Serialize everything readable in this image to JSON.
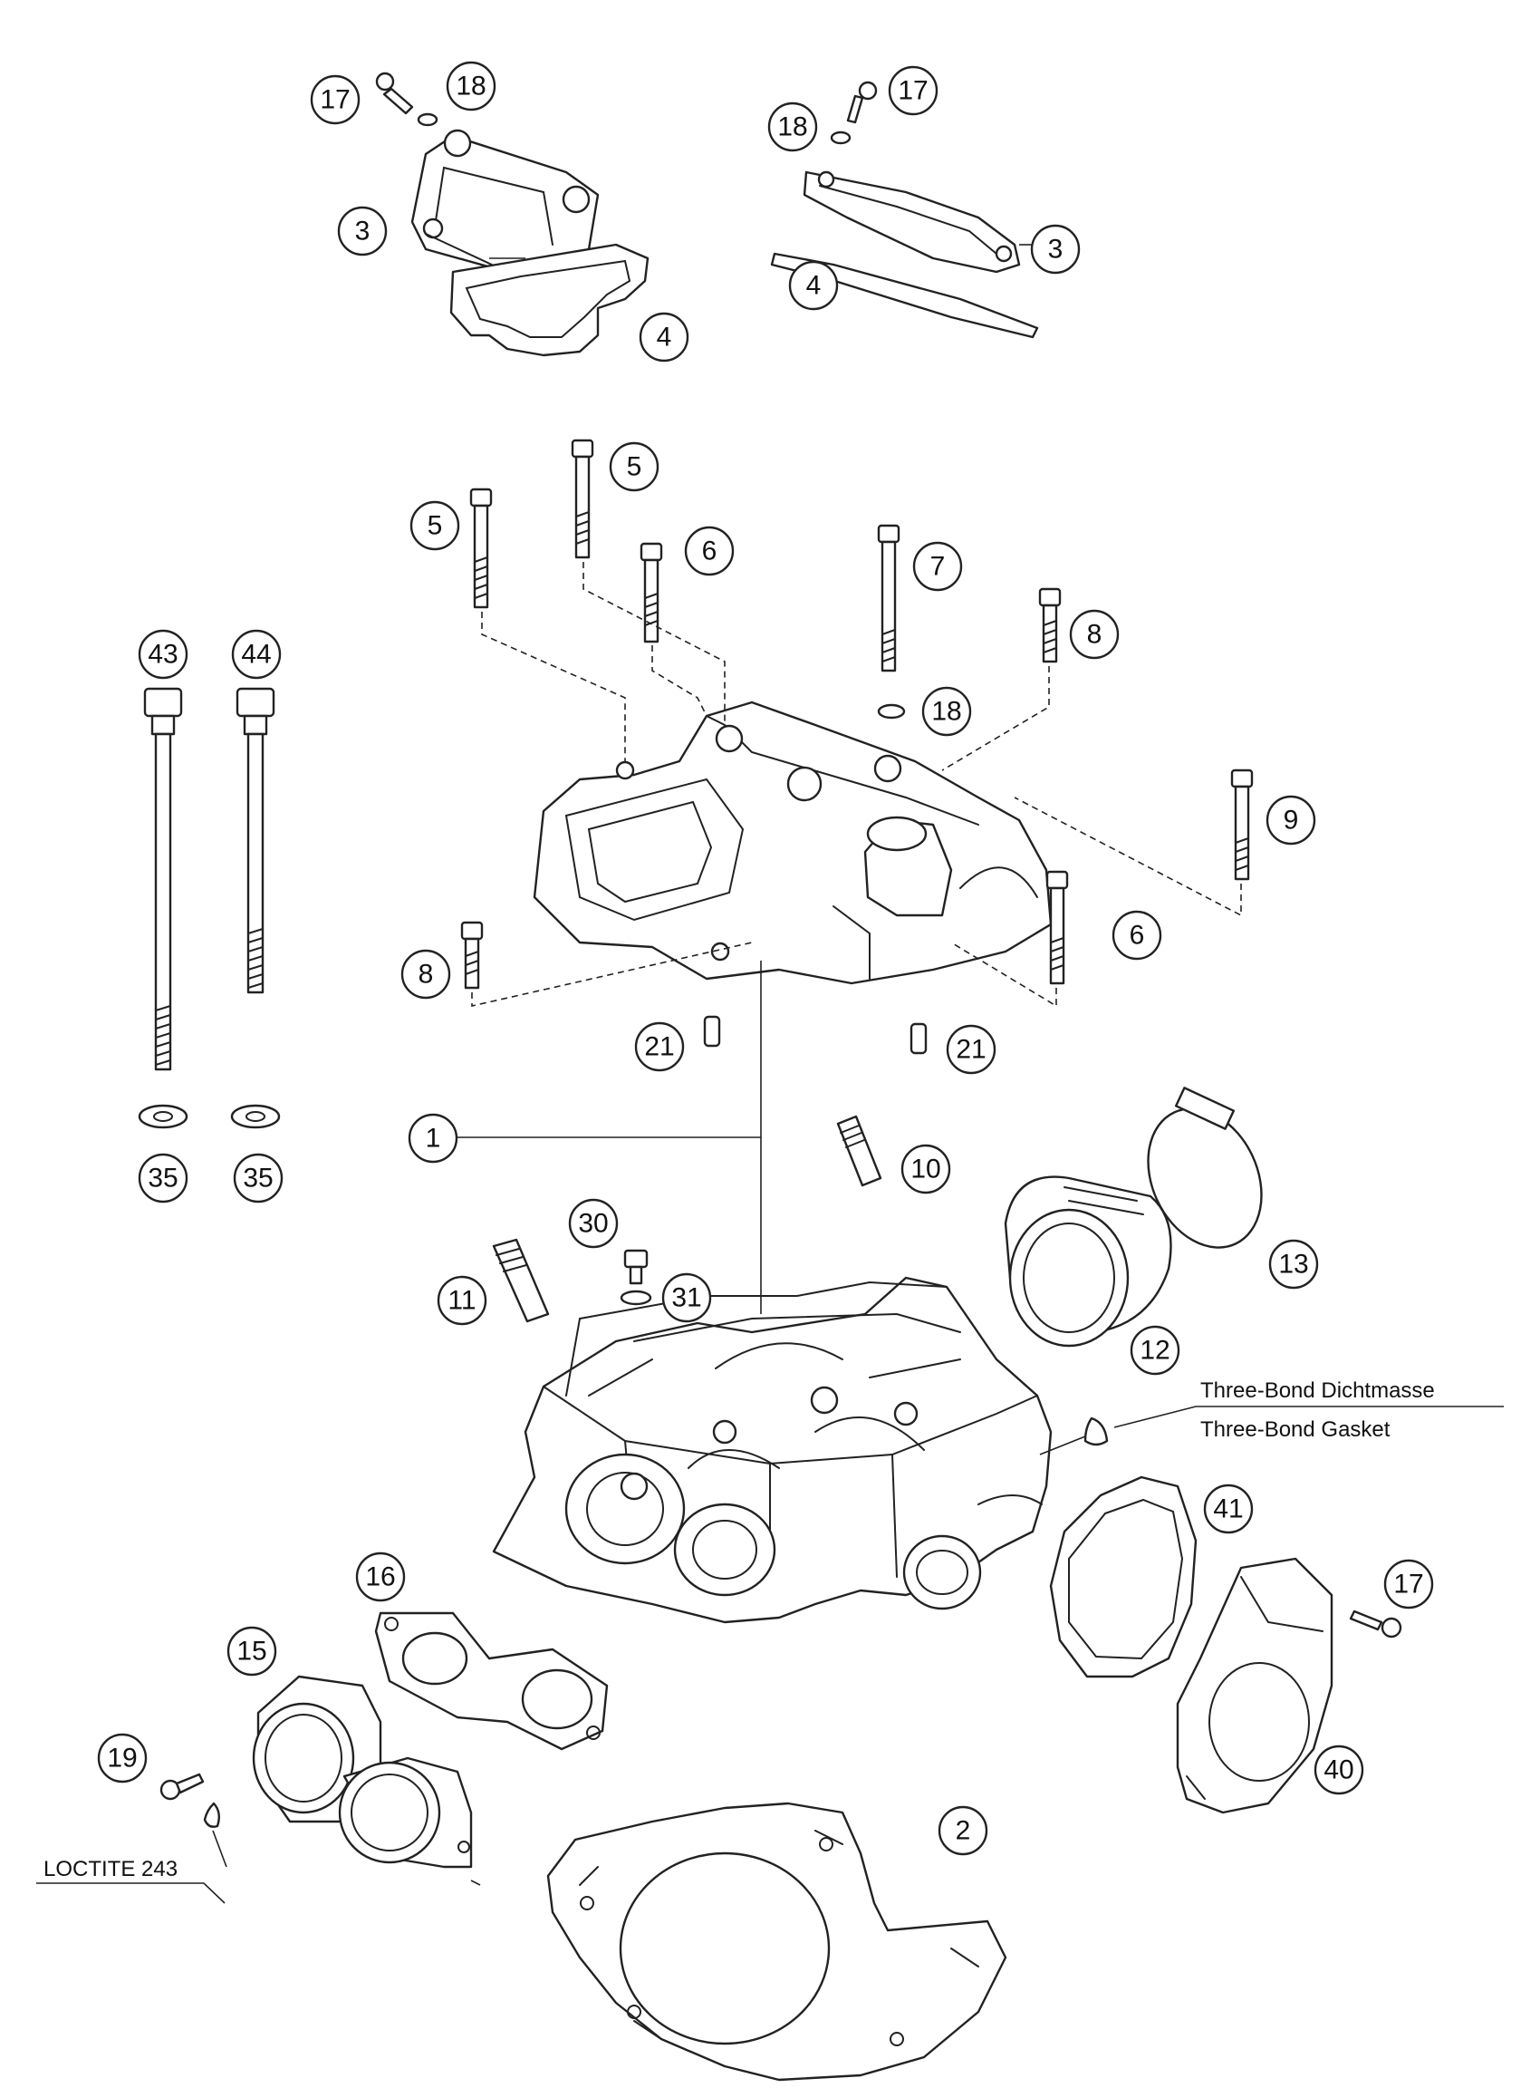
{
  "figure": {
    "callouts": {
      "c17a": "17",
      "c18a": "18",
      "c3a": "3",
      "c4a": "4",
      "c17b": "17",
      "c18b": "18",
      "c3b": "3",
      "c4b": "4",
      "c5a": "5",
      "c5b": "5",
      "c6a": "6",
      "c7": "7",
      "c8a": "8",
      "c18c": "18",
      "c9": "9",
      "c6b": "6",
      "c8b": "8",
      "c21a": "21",
      "c21b": "21",
      "c43": "43",
      "c44": "44",
      "c35a": "35",
      "c35b": "35",
      "c1": "1",
      "c10": "10",
      "c13": "13",
      "c12": "12",
      "c30": "30",
      "c31": "31",
      "c11": "11",
      "c41": "41",
      "c17c": "17",
      "c40": "40",
      "c16": "16",
      "c15": "15",
      "c19": "19",
      "c2": "2"
    },
    "notes": {
      "sealant_de": "Three-Bond Dichtmasse",
      "sealant_en": "Three-Bond Gasket",
      "threadlock": "LOCTITE 243"
    },
    "colors": {
      "line": "#222222",
      "background": "#ffffff"
    }
  }
}
